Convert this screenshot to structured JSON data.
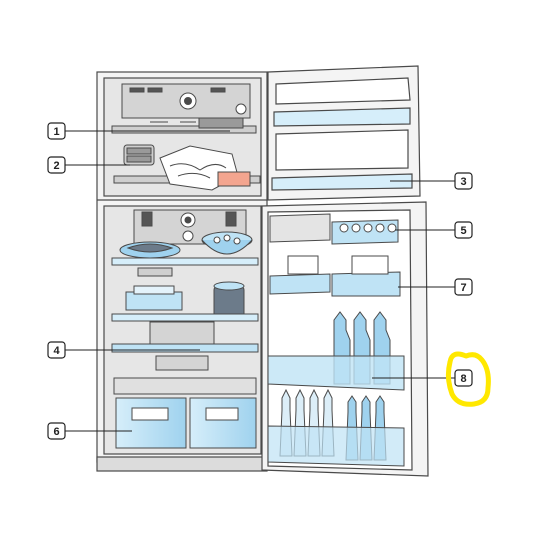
{
  "colors": {
    "outline": "#4a4a4a",
    "glass": "#bfe3f5",
    "glass_dark": "#8fcbe8",
    "cabinet": "#f4f4f4",
    "interior": "#e4e4e4",
    "highlight": "#ffe800",
    "bottle": "#9fd2ee"
  },
  "callouts": [
    {
      "id": "1",
      "label": "1"
    },
    {
      "id": "2",
      "label": "2"
    },
    {
      "id": "3",
      "label": "3"
    },
    {
      "id": "4",
      "label": "4"
    },
    {
      "id": "5",
      "label": "5"
    },
    {
      "id": "6",
      "label": "6"
    },
    {
      "id": "7",
      "label": "7"
    },
    {
      "id": "8",
      "label": "8"
    }
  ]
}
